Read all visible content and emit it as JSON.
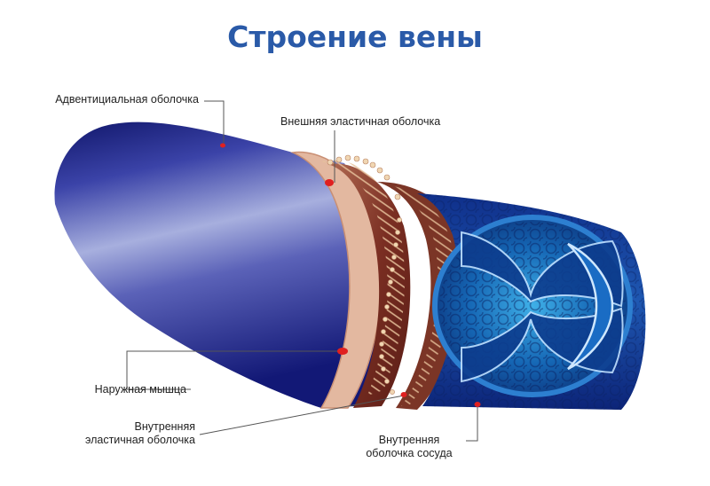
{
  "title": "Строение вены",
  "labels": {
    "adventitia": "Адвентициальная оболочка",
    "outer_elastic": "Внешняя эластичная оболочка",
    "muscle": "Наружная мышца",
    "inner_elastic_1": "Внутренняя",
    "inner_elastic_2": "эластичная оболочка",
    "intima_1": "Внутренняя",
    "intima_2": "оболочка сосуда"
  },
  "colors": {
    "title": "#2a5aa8",
    "vein_dark": "#1a1f7a",
    "vein_light": "#9aa6d8",
    "adventitia_edge": "#e2b8a2",
    "muscle": "#8a3c2c",
    "fibers": "#e9c8a4",
    "intima": "#1d5fb0",
    "marker": "#e02020"
  }
}
